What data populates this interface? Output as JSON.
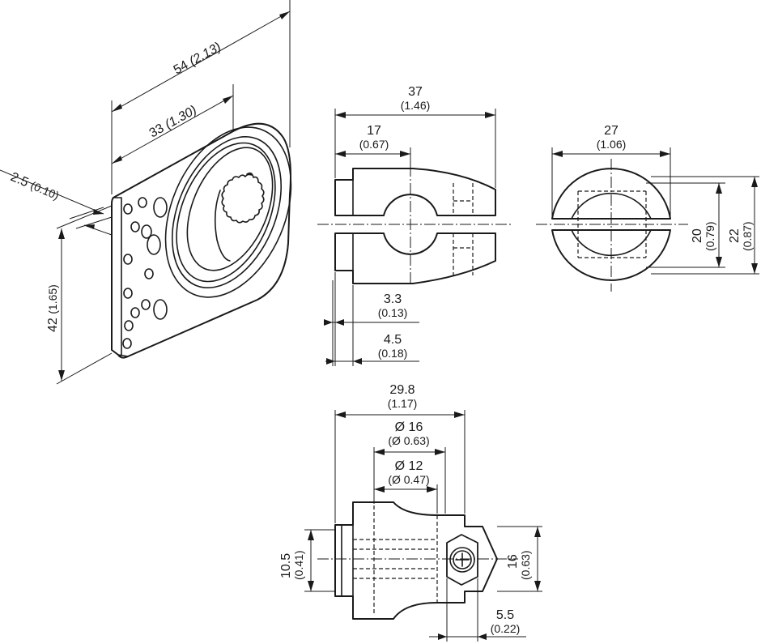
{
  "views": {
    "iso": {
      "dim_width": {
        "value": "54",
        "inch": "(2.13)"
      },
      "dim_hole": {
        "value": "33",
        "inch": "(1.30)"
      },
      "dim_thickness": {
        "value": "2.5",
        "inch": "(0.10)"
      },
      "dim_height": {
        "value": "42",
        "inch": "(1.65)"
      }
    },
    "front": {
      "dim_total": {
        "value": "37",
        "inch": "(1.46)"
      },
      "dim_partial": {
        "value": "17",
        "inch": "(0.67)"
      },
      "dim_slot": {
        "value": "3.3",
        "inch": "(0.13)"
      },
      "dim_flange": {
        "value": "4.5",
        "inch": "(0.18)"
      }
    },
    "side": {
      "dim_diameter": {
        "value": "27",
        "inch": "(1.06)"
      },
      "dim_inner": {
        "value": "20",
        "inch": "(0.79)"
      },
      "dim_outer": {
        "value": "22",
        "inch": "(0.87)"
      }
    },
    "top": {
      "dim_length": {
        "value": "29.8",
        "inch": "(1.17)"
      },
      "dim_d16": {
        "value": "Ø 16",
        "inch": "(Ø 0.63)"
      },
      "dim_d12": {
        "value": "Ø 12",
        "inch": "(Ø 0.47)"
      },
      "dim_left_height": {
        "value": "10.5",
        "inch": "(0.41)"
      },
      "dim_right_height": {
        "value": "16",
        "inch": "(0.63)"
      },
      "dim_screw": {
        "value": "5.5",
        "inch": "(0.22)"
      }
    }
  }
}
